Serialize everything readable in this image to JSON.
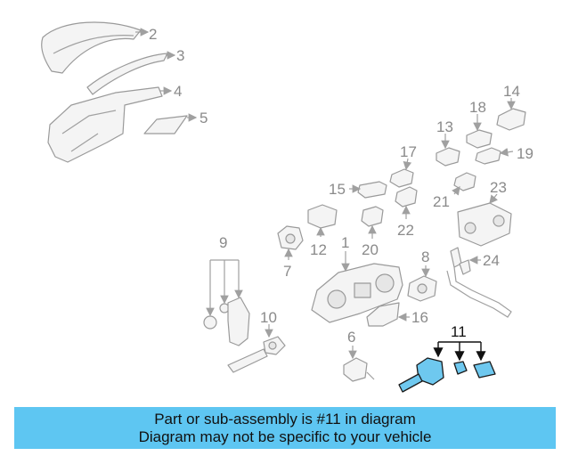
{
  "diagram": {
    "callouts": [
      "1",
      "2",
      "3",
      "4",
      "5",
      "6",
      "7",
      "8",
      "9",
      "10",
      "11",
      "12",
      "13",
      "14",
      "15",
      "16",
      "17",
      "18",
      "19",
      "20",
      "21",
      "22",
      "23",
      "24"
    ],
    "highlighted_callout": "11",
    "highlight_color": "#6ec8ef"
  },
  "banner": {
    "line1": "Part or sub-assembly is #11 in diagram",
    "line2": "Diagram may not be specific to your vehicle",
    "background": "#5ec6f2"
  }
}
